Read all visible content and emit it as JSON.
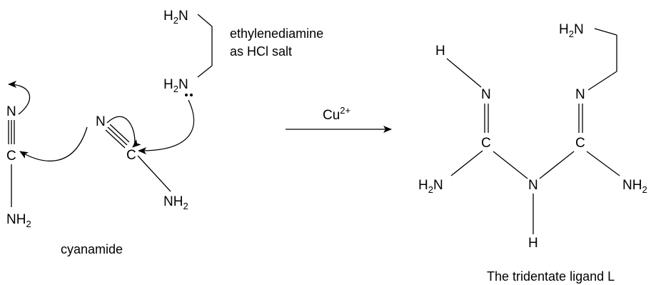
{
  "atoms": {
    "h2": "H",
    "n": "N",
    "c": "C",
    "h": "H",
    "sub2": "2"
  },
  "labels": {
    "ethylenediamine_line1": "ethylenediamine",
    "ethylenediamine_line2": "as HCl salt",
    "cyanamide": "cyanamide",
    "reagent_main": "Cu",
    "reagent_charge": "2+",
    "product": "The tridentate ligand L"
  },
  "colors": {
    "ink": "#000000",
    "background": "#ffffff"
  }
}
